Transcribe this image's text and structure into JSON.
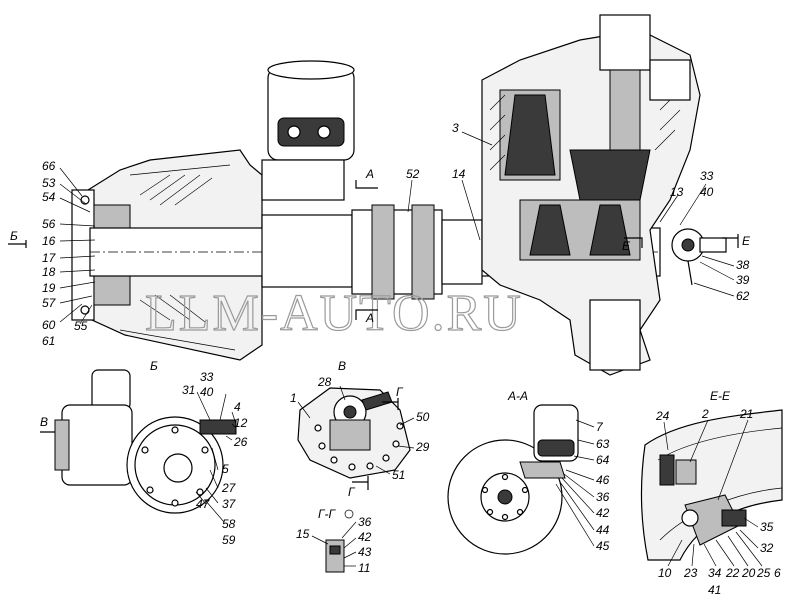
{
  "watermark": "LLM-AUTO.RU",
  "views": {
    "b": "Б",
    "v": "В",
    "aa": "А-А",
    "ee": "Е-Е",
    "gg": "Г-Г"
  },
  "section_marks": {
    "b_left": "Б",
    "a_top": "А",
    "a_bottom": "А",
    "e_left": "Е",
    "e_right": "Е",
    "g_top": "Г",
    "g_bottom": "Г",
    "v_arrow": "В"
  },
  "callouts": {
    "main": [
      "66",
      "53",
      "54",
      "56",
      "16",
      "17",
      "18",
      "19",
      "57",
      "60",
      "61",
      "55",
      "52",
      "14",
      "3",
      "13",
      "33",
      "40",
      "38",
      "39",
      "62"
    ],
    "view_b": [
      "31",
      "33",
      "40",
      "4",
      "12",
      "26",
      "5",
      "27",
      "37",
      "47",
      "58",
      "59"
    ],
    "view_v": [
      "28",
      "1",
      "50",
      "29",
      "51"
    ],
    "view_gg": [
      "36",
      "15",
      "42",
      "43",
      "11"
    ],
    "view_aa": [
      "7",
      "63",
      "64",
      "46",
      "36",
      "42",
      "44",
      "45"
    ],
    "view_ee": [
      "24",
      "2",
      "21",
      "35",
      "32",
      "10",
      "23",
      "34",
      "41",
      "22",
      "20",
      "25",
      "6"
    ]
  }
}
